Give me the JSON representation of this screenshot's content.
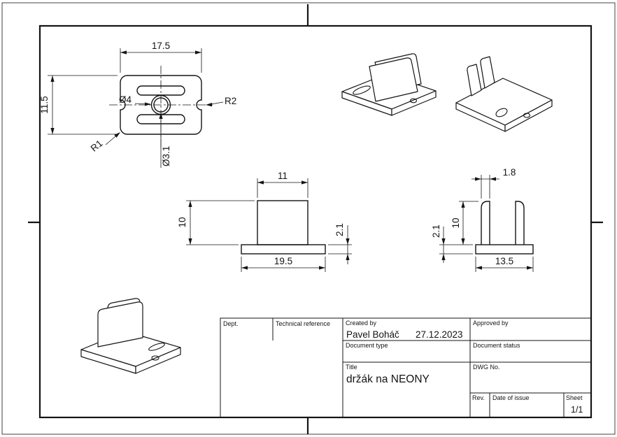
{
  "page": {
    "background": "#ffffff",
    "line_color": "#141414"
  },
  "top_view": {
    "width_dim": "17.5",
    "height_dim": "11.5",
    "hole_outer_dim": "Ø4",
    "notch_radius_dim": "R2",
    "fillet_radius_dim": "R1",
    "hole_inner_dim": "Ø3.1"
  },
  "front_view": {
    "top_width_dim": "11",
    "height_dim": "10",
    "base_thickness_dim": "2.1",
    "base_width_dim": "19.5"
  },
  "side_view": {
    "prong_width_dim": "1.8",
    "base_thickness_dim": "2.1",
    "height_dim": "10",
    "base_width_dim": "13.5"
  },
  "title_block": {
    "dept_label": "Dept.",
    "technical_reference_label": "Technical reference",
    "created_by_label": "Created by",
    "created_by_value": "Pavel Boháč",
    "created_date_value": "27.12.2023",
    "approved_by_label": "Approved by",
    "document_type_label": "Document type",
    "document_status_label": "Document status",
    "title_label": "Title",
    "title_value": "držák na NEONY",
    "dwg_no_label": "DWG No.",
    "rev_label": "Rev.",
    "date_of_issue_label": "Date of issue",
    "sheet_label": "Sheet",
    "sheet_value": "1/1"
  }
}
